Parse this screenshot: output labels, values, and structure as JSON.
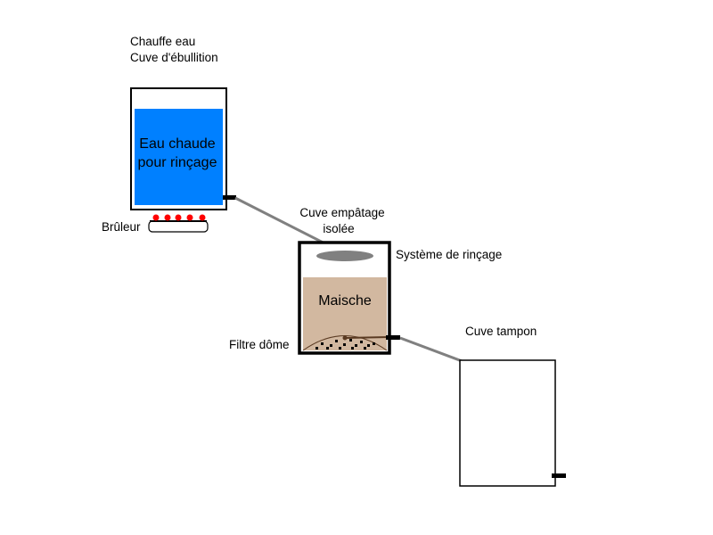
{
  "labels": {
    "heater_line1": "Chauffe eau",
    "heater_line2": "Cuve d'ébullition",
    "hot_water_line1": "Eau chaude",
    "hot_water_line2": "pour rinçage",
    "burner": "Brûleur",
    "mash_tun_line1": "Cuve empâtage",
    "mash_tun_line2": "isolée",
    "sparge_system": "Système de rinçage",
    "mash": "Maische",
    "dome_filter": "Filtre dôme",
    "buffer_tank": "Cuve tampon"
  },
  "colors": {
    "hot_water": "#0080ff",
    "mash": "#d2b8a0",
    "burner_flame": "#ff0000",
    "pipe": "#808080",
    "sparge_arm": "#808080",
    "filter_dome": "#5a3a22",
    "outline": "#000000"
  }
}
